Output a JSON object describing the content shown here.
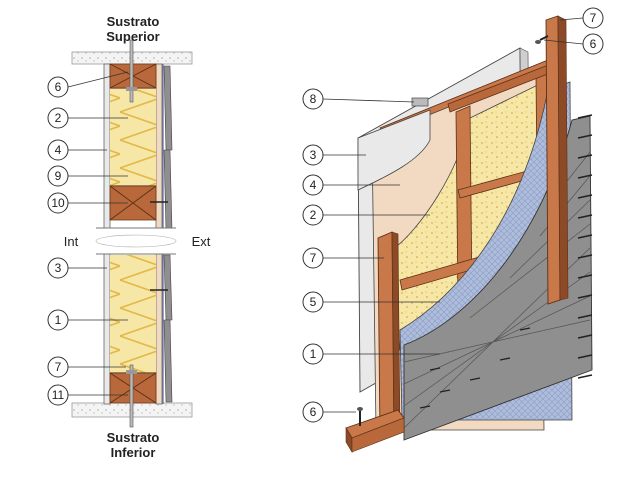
{
  "section": {
    "top_label_line1": "Sustrato",
    "top_label_line2": "Superior",
    "bottom_label_line1": "Sustrato",
    "bottom_label_line2": "Inferior",
    "int_label": "Int",
    "ext_label": "Ext",
    "callouts": [
      "6",
      "2",
      "4",
      "9",
      "10",
      "3",
      "1",
      "7",
      "11"
    ]
  },
  "iso": {
    "callouts": [
      "8",
      "3",
      "4",
      "2",
      "7",
      "5",
      "1",
      "6",
      "7",
      "6"
    ]
  },
  "colors": {
    "wood": "#b8683a",
    "wood_dark": "#8c4a26",
    "insulation": "#f6e7a6",
    "insulation_line": "#e2b84a",
    "membrane": "#a8b8d8",
    "board": "#f2d9c2",
    "drywall": "#e9e9e9",
    "cladding": "#8f8f8f",
    "steel": "#d8d8d8"
  }
}
